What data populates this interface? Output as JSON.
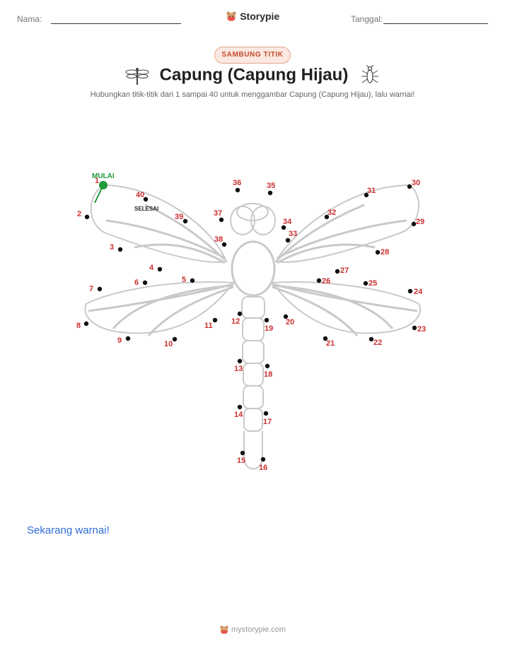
{
  "header": {
    "name_label": "Nama:",
    "date_label": "Tanggal:",
    "brand": "Storypie"
  },
  "badge": "SAMBUNG TITIK",
  "title": "Capung (Capung Hijau)",
  "subtitle": "Hubungkan titik-titik dari 1 sampai 40 untuk menggambar Capung (Capung Hijau), lalu warnai!",
  "start_label": "MULAI",
  "end_label": "SELESAI",
  "dot_count": 40,
  "color_prompt": "Sekarang warnai!",
  "footer": "mystorypie.com",
  "colors": {
    "badge_text": "#c0492c",
    "dot_numbers": "#cc2f2f",
    "start_green": "#1f9a3a",
    "prompt_blue": "#2c6dd6"
  }
}
